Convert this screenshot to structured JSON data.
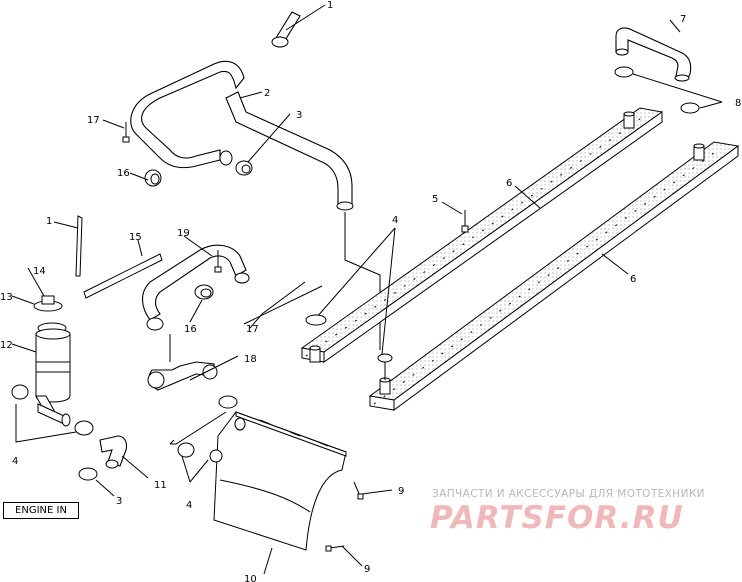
{
  "labels": {
    "l1a": "1",
    "l2": "2",
    "l3a": "3",
    "l7": "7",
    "l8": "8",
    "l17a": "17",
    "l16a": "16",
    "l5": "5",
    "l6a": "6",
    "l1b": "1",
    "l15": "15",
    "l19": "19",
    "l4a": "4",
    "l14": "14",
    "l13": "13",
    "l12": "12",
    "l16b": "16",
    "l17b": "17",
    "l6b": "6",
    "l18": "18",
    "l4b": "4",
    "l11": "11",
    "l3b": "3",
    "l4c": "4",
    "l9a": "9",
    "l9b": "9",
    "l10": "10"
  },
  "engine_label": "ENGINE IN",
  "watermark": {
    "tagline": "ЗАПЧАСТИ И АКСЕССУАРЫ ДЛЯ МОТОТЕХНИКИ",
    "brand": "PARTSFOR.RU",
    "color_text": "#b8b8b8",
    "color_logo": "#f0b8b8"
  }
}
